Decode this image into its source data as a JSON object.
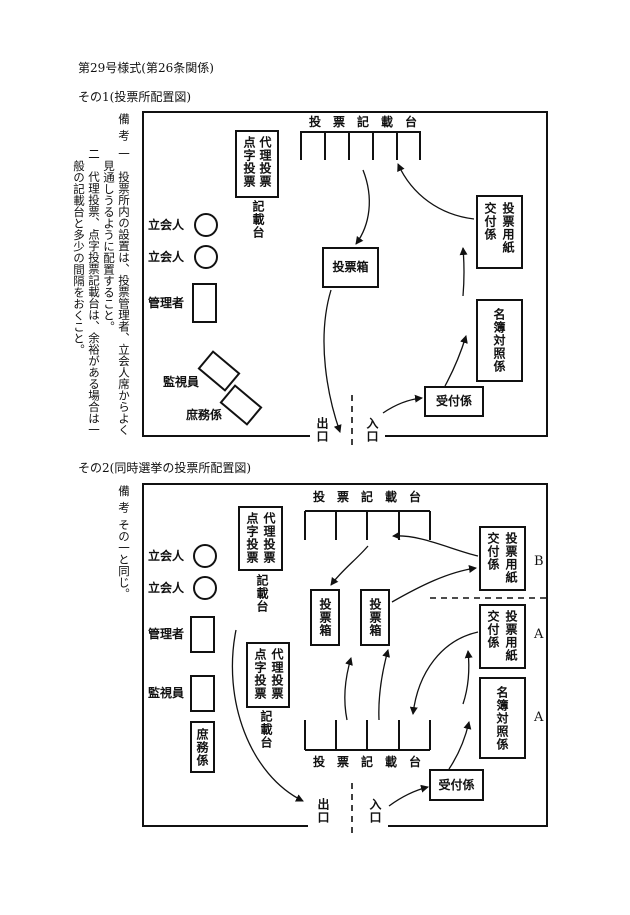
{
  "form_title": "第29号様式(第26条関係)",
  "layout1": {
    "caption": "その1(投票所配置図)",
    "remarks": {
      "heading": "備考",
      "item1_line1": "一　投票所内の設置は、投票管理者、立会人席からよく",
      "item1_line2": "見通しうるように配置すること。",
      "item2_line1": "二　代理投票、点字投票記載台は、余裕がある場合は一",
      "item2_line2": "般の記載台と多少の間隔をおくこと。"
    },
    "voting_booth": "投票記載台",
    "proxy_booth": {
      "line1": "代理投票",
      "line2": "点字投票",
      "suffix": "記載台"
    },
    "witness_1": "立会人",
    "witness_2": "立会人",
    "manager": "管理者",
    "monitor": "監視員",
    "clerk": "庶務係",
    "ballot_box": "投票箱",
    "ballot_issuer": {
      "line1": "投票用紙",
      "line2": "交付係"
    },
    "roster_checker": "名簿対照係",
    "reception": "受付係",
    "exit": "出口",
    "entrance": "入口"
  },
  "layout2": {
    "caption": "その2(同時選挙の投票所配置図)",
    "remarks": {
      "heading": "備考",
      "text": "その一と同じ。"
    },
    "voting_booth_upper": "投票記載台",
    "voting_booth_lower": "投票記載台",
    "proxy_booth_upper": {
      "line1": "代理投票",
      "line2": "点字投票",
      "suffix": "記載台"
    },
    "proxy_booth_lower": {
      "line1": "代理投票",
      "line2": "点字投票",
      "suffix": "記載台"
    },
    "witness_1": "立会人",
    "witness_2": "立会人",
    "manager": "管理者",
    "monitor": "監視員",
    "clerk": "庶務係",
    "ballot_box_1": "投票箱",
    "ballot_box_2": "投票箱",
    "ballot_issuer_b": {
      "line1": "投票用紙",
      "line2": "交付係",
      "tag": "B"
    },
    "ballot_issuer_a": {
      "line1": "投票用紙",
      "line2": "交付係",
      "tag": "A"
    },
    "roster_checker": {
      "text": "名簿対照係",
      "tag": "A"
    },
    "reception": "受付係",
    "exit": "出口",
    "entrance": "入口"
  }
}
